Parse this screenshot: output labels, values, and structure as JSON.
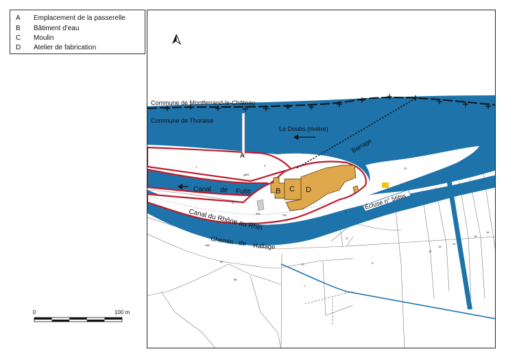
{
  "legend": {
    "items": [
      {
        "key": "A",
        "label": "Emplacement de la passerelle"
      },
      {
        "key": "B",
        "label": "Bâtiment d'eau"
      },
      {
        "key": "C",
        "label": "Moulin"
      },
      {
        "key": "D",
        "label": "Atelier de fabrication"
      }
    ]
  },
  "scale": {
    "start": "0",
    "end": "100 m"
  },
  "map": {
    "communes": {
      "north": "Commune de Montferrand-le-Château",
      "south": "Commune de Thoraise"
    },
    "labels": {
      "river": "Le Doubs (rivière)",
      "dam": "Barrage",
      "tailrace": [
        "Canal",
        "de",
        "Fuite"
      ],
      "canal": "Canal du Rhône au Rhin",
      "towpath": [
        "Chemin",
        "de",
        "Hallage"
      ],
      "lock": "Écluse n° 56bis"
    },
    "markers": {
      "a": "A",
      "b": "B",
      "c": "C",
      "d": "D"
    },
    "parcels": [
      "1",
      "3",
      "5",
      "600",
      "5",
      "716",
      "8",
      "13",
      "2",
      "7",
      "6",
      "21",
      "12",
      "13",
      "14",
      "15",
      "16",
      "89",
      "88",
      "186",
      "681"
    ],
    "colors": {
      "water": "#1e73ab",
      "boundary": "#c01a2c",
      "buildings": "#e0a84c",
      "building_outline": "#6b4a14",
      "lock_marker": "#f3c316",
      "parcel_lines": "#7a7a7a"
    }
  }
}
